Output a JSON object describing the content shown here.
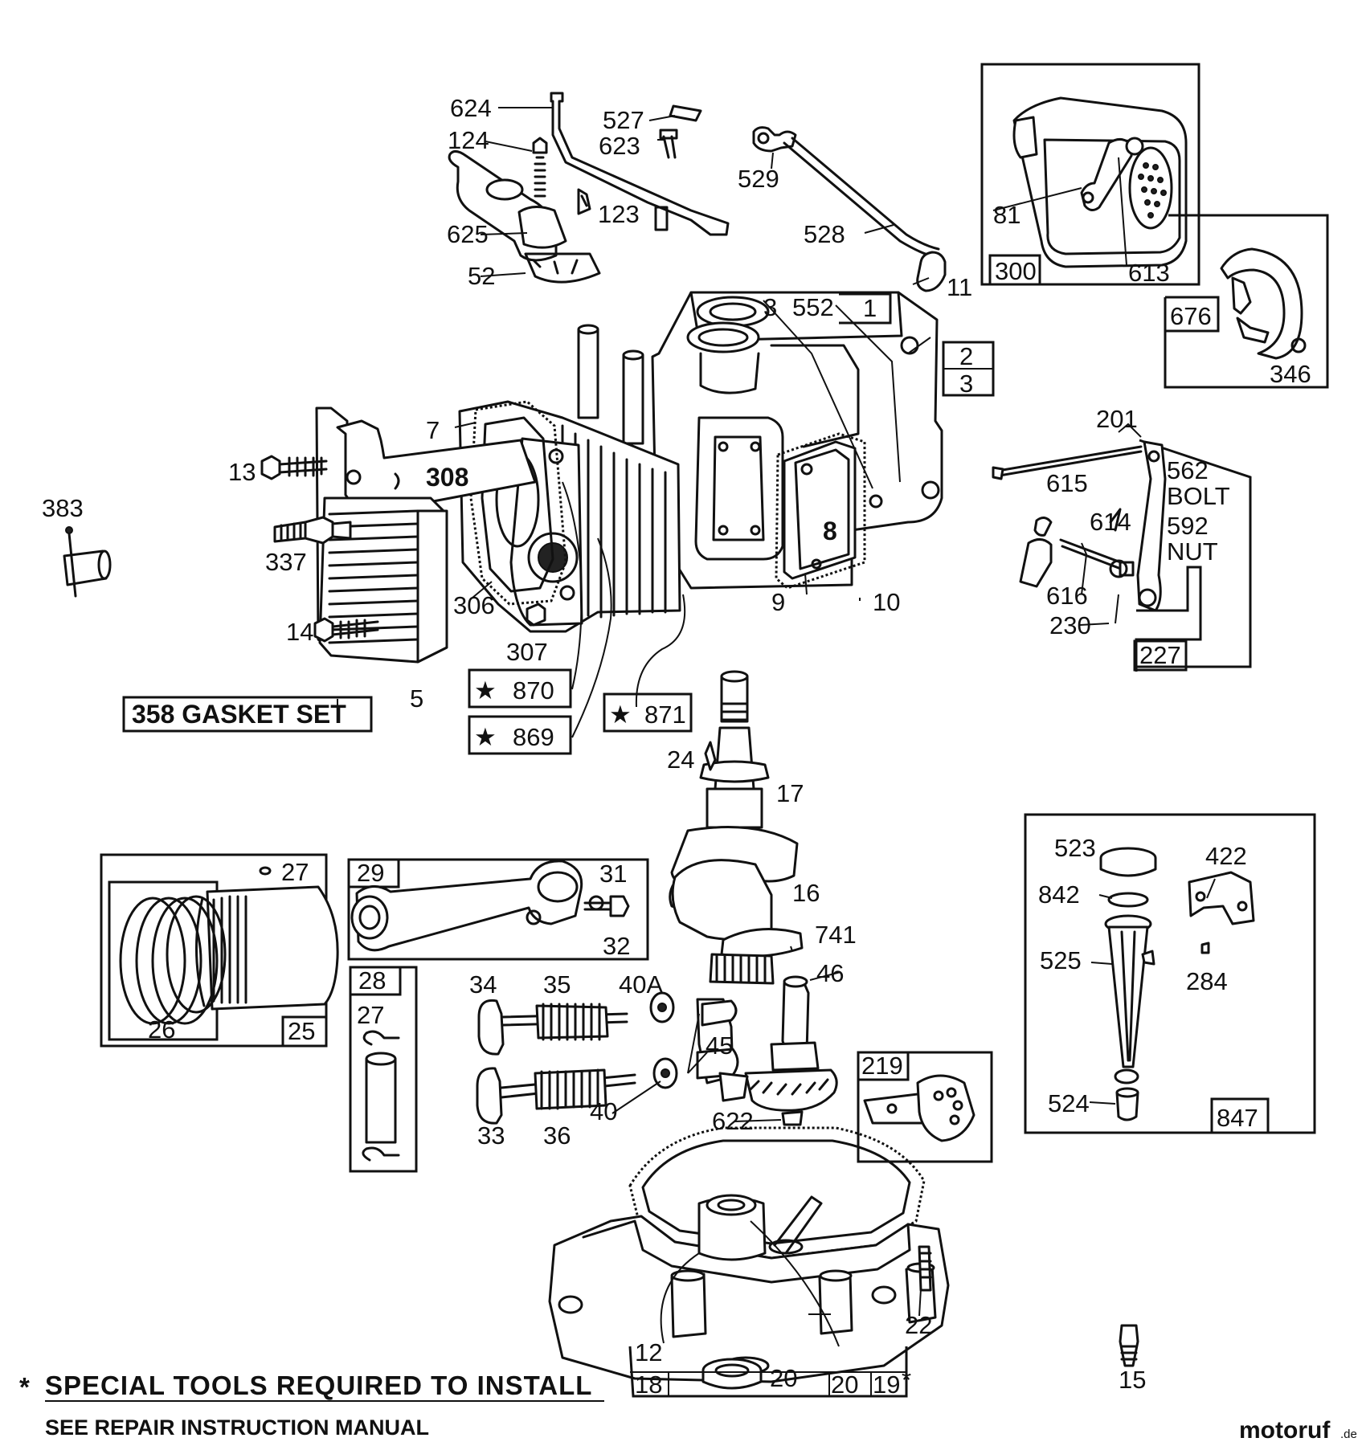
{
  "diagram": {
    "labels": {
      "p624": "624",
      "p527": "527",
      "p124": "124",
      "p623": "623",
      "p529": "529",
      "p123": "123",
      "p625": "625",
      "p528": "528",
      "p52": "52",
      "p11": "11",
      "p81": "81",
      "p613": "613",
      "p3a": "3",
      "p552": "552",
      "p7": "7",
      "p308": "308",
      "p13": "13",
      "p383": "383",
      "p337": "337",
      "p306": "306",
      "p9": "9",
      "p10": "10",
      "p8": "8",
      "p14": "14",
      "p307": "307",
      "p5": "5",
      "p346": "346",
      "p201": "201",
      "p615": "615",
      "p614": "614",
      "p562": "562",
      "bolt": "BOLT",
      "p592": "592",
      "nut": "NUT",
      "p616": "616",
      "p230": "230",
      "p24": "24",
      "p17": "17",
      "p16": "16",
      "p741": "741",
      "p46": "46",
      "p27a": "27",
      "p26": "26",
      "p31": "31",
      "p32": "32",
      "p34": "34",
      "p35": "35",
      "p40a": "40A",
      "p45": "45",
      "p33": "33",
      "p36": "36",
      "p40": "40",
      "p622": "622",
      "p27b": "27",
      "p523": "523",
      "p422": "422",
      "p842": "842",
      "p525": "525",
      "p284": "284",
      "p524": "524",
      "p22": "22",
      "p12": "12",
      "p15": "15",
      "p20": "20"
    },
    "boxed": {
      "b1": "1",
      "b2": "2",
      "b3": "3",
      "b300": "300",
      "b676": "676",
      "b227": "227",
      "b25": "25",
      "b29": "29",
      "b28": "28",
      "b219": "219",
      "b847": "847",
      "b18": "18",
      "b20": "20",
      "b19": "19"
    },
    "kits": {
      "k870": "870",
      "k869": "869",
      "k871": "871",
      "star": "★",
      "star_small": "*"
    },
    "gasket_set": "358 GASKET SET",
    "footnote_line1": "SPECIAL TOOLS REQUIRED TO INSTALL",
    "footnote_line2": "SEE REPAIR INSTRUCTION MANUAL",
    "watermark": {
      "brand": "motoruf",
      "tld": ".de"
    }
  }
}
